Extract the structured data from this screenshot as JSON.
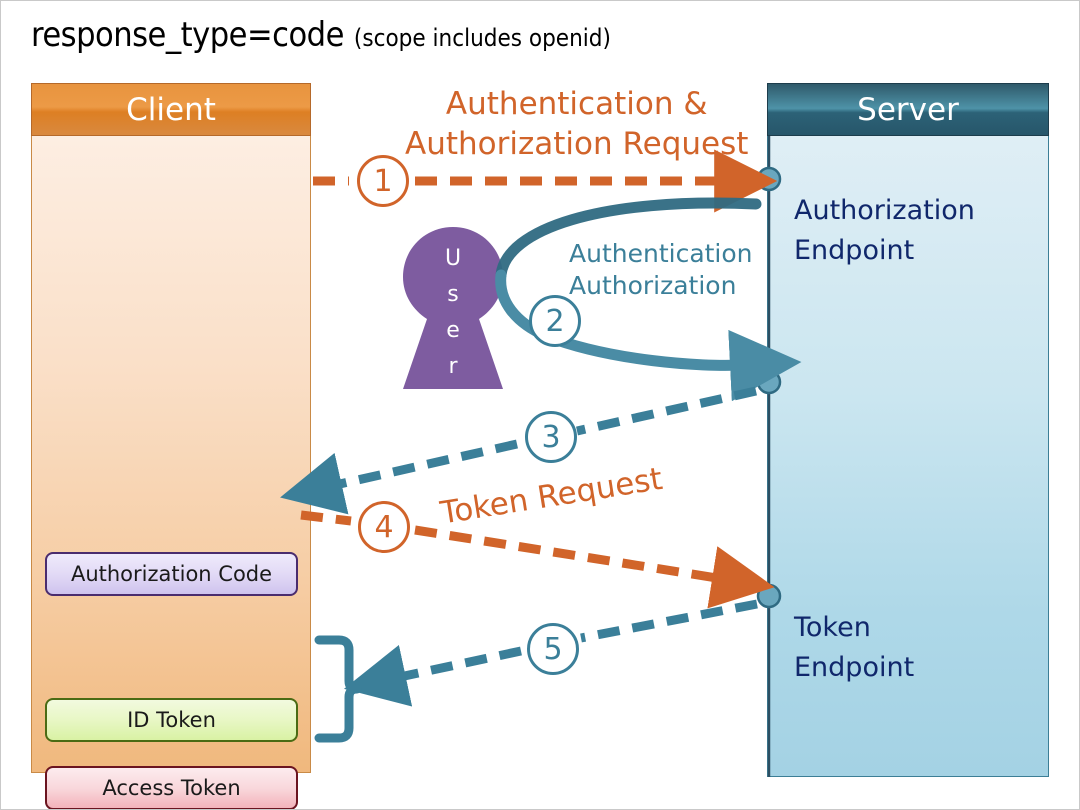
{
  "title": {
    "main": "response_type=code",
    "sub": "(scope includes openid)"
  },
  "client": {
    "header": "Client",
    "boxes": [
      {
        "label": "Authorization Code",
        "color": "#cfc3ee"
      },
      {
        "label": "ID Token",
        "color": "#d9f2a4"
      },
      {
        "label": "Access Token",
        "color": "#f3b3bb"
      }
    ]
  },
  "server": {
    "header": "Server",
    "endpoints": [
      {
        "line1": "Authorization",
        "line2": "Endpoint"
      },
      {
        "line1": "Token",
        "line2": "Endpoint"
      }
    ]
  },
  "actor": {
    "name": "User",
    "letters": [
      "U",
      "s",
      "e",
      "r"
    ],
    "color": "#7e5ca0"
  },
  "flows": [
    {
      "step": "1",
      "label_line1": "Authentication &",
      "label_line2": "Authorization Request",
      "color": "#d1642a",
      "style": "dashed",
      "direction": "client-to-server"
    },
    {
      "step": "2",
      "label_line1": "Authentication",
      "label_line2": "Authorization",
      "color": "#3b7f99",
      "style": "solid-curved",
      "direction": "server-to-user-to-server"
    },
    {
      "step": "3",
      "label": "",
      "color": "#3b7f99",
      "style": "dashed",
      "direction": "server-to-client"
    },
    {
      "step": "4",
      "label": "Token Request",
      "color": "#d1642a",
      "style": "dashed",
      "direction": "client-to-server"
    },
    {
      "step": "5",
      "label": "",
      "color": "#3b7f99",
      "style": "dashed",
      "direction": "server-to-client"
    }
  ],
  "colors": {
    "orange": "#d1642a",
    "teal": "#3b7f99",
    "navy": "#10276b",
    "purple": "#7e5ca0",
    "client_header": "#e8943f",
    "server_header": "#3c7e96"
  }
}
